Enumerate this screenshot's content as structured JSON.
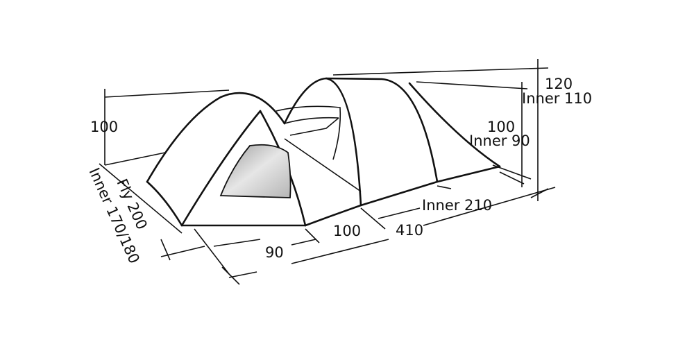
{
  "diagram": {
    "labels": {
      "height_left": "100",
      "fly_width": "Fly 200",
      "inner_width": "Inner 170/180",
      "front_length": "90",
      "mid_length": "100",
      "total_length": "410",
      "inner_length": "Inner 210",
      "height_right": "100",
      "height_right_inner": "Inner 90",
      "height_max": "120",
      "height_max_inner": "Inner 110"
    },
    "colors": {
      "line": "#111111",
      "window_fill": "#c8c8c8",
      "background": "#ffffff"
    }
  }
}
